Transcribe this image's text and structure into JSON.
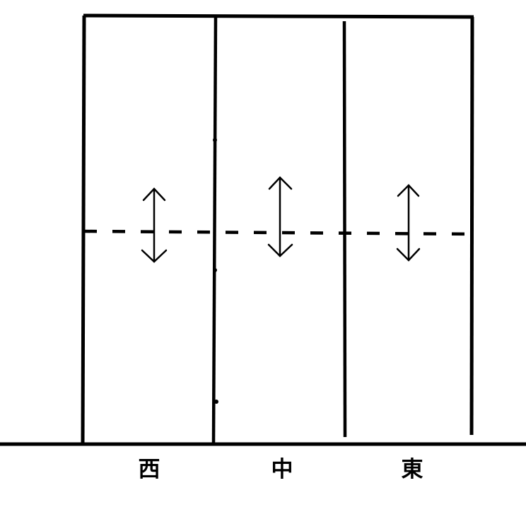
{
  "diagram": {
    "type": "elevation-section",
    "description": "Three-bay rectangular frame with a dashed horizontal level line and vertical double-headed adjustment arrows in each bay",
    "stroke_color": "#000000",
    "background_color": "#ffffff",
    "bays": [
      {
        "id": "west",
        "label": "西",
        "arrow": "double-vertical-arrow"
      },
      {
        "id": "center",
        "label": "中",
        "arrow": "double-vertical-arrow"
      },
      {
        "id": "east",
        "label": "東",
        "arrow": "double-vertical-arrow"
      }
    ],
    "dashed_line": {
      "style": "dashed",
      "orientation": "horizontal"
    },
    "ground_line": {
      "style": "solid",
      "orientation": "horizontal"
    }
  }
}
